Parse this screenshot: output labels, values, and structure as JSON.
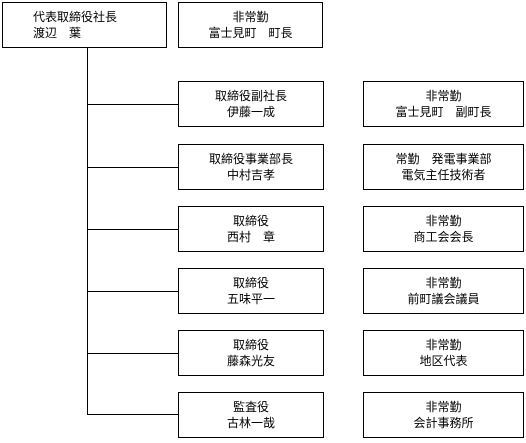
{
  "president": {
    "title": "代表取締役社長",
    "name": "渡辺　葉"
  },
  "president_role": {
    "line1": "非常勤",
    "line2": "富士見町　町長"
  },
  "officers": [
    {
      "title": "取締役副社長",
      "name": "伊藤一成",
      "role1": "非常勤",
      "role2": "富士見町　副町長"
    },
    {
      "title": "取締役事業部長",
      "name": "中村吉孝",
      "role1": "常勤　発電事業部",
      "role2": "電気主任技術者"
    },
    {
      "title": "取締役",
      "name": "西村　章",
      "role1": "非常勤",
      "role2": "商工会会長"
    },
    {
      "title": "取締役",
      "name": "五味平一",
      "role1": "非常勤",
      "role2": "前町議会議員"
    },
    {
      "title": "取締役",
      "name": "藤森光友",
      "role1": "非常勤",
      "role2": "地区代表"
    },
    {
      "title": "監査役",
      "name": "古林一哉",
      "role1": "非常勤",
      "role2": "会計事務所"
    }
  ]
}
